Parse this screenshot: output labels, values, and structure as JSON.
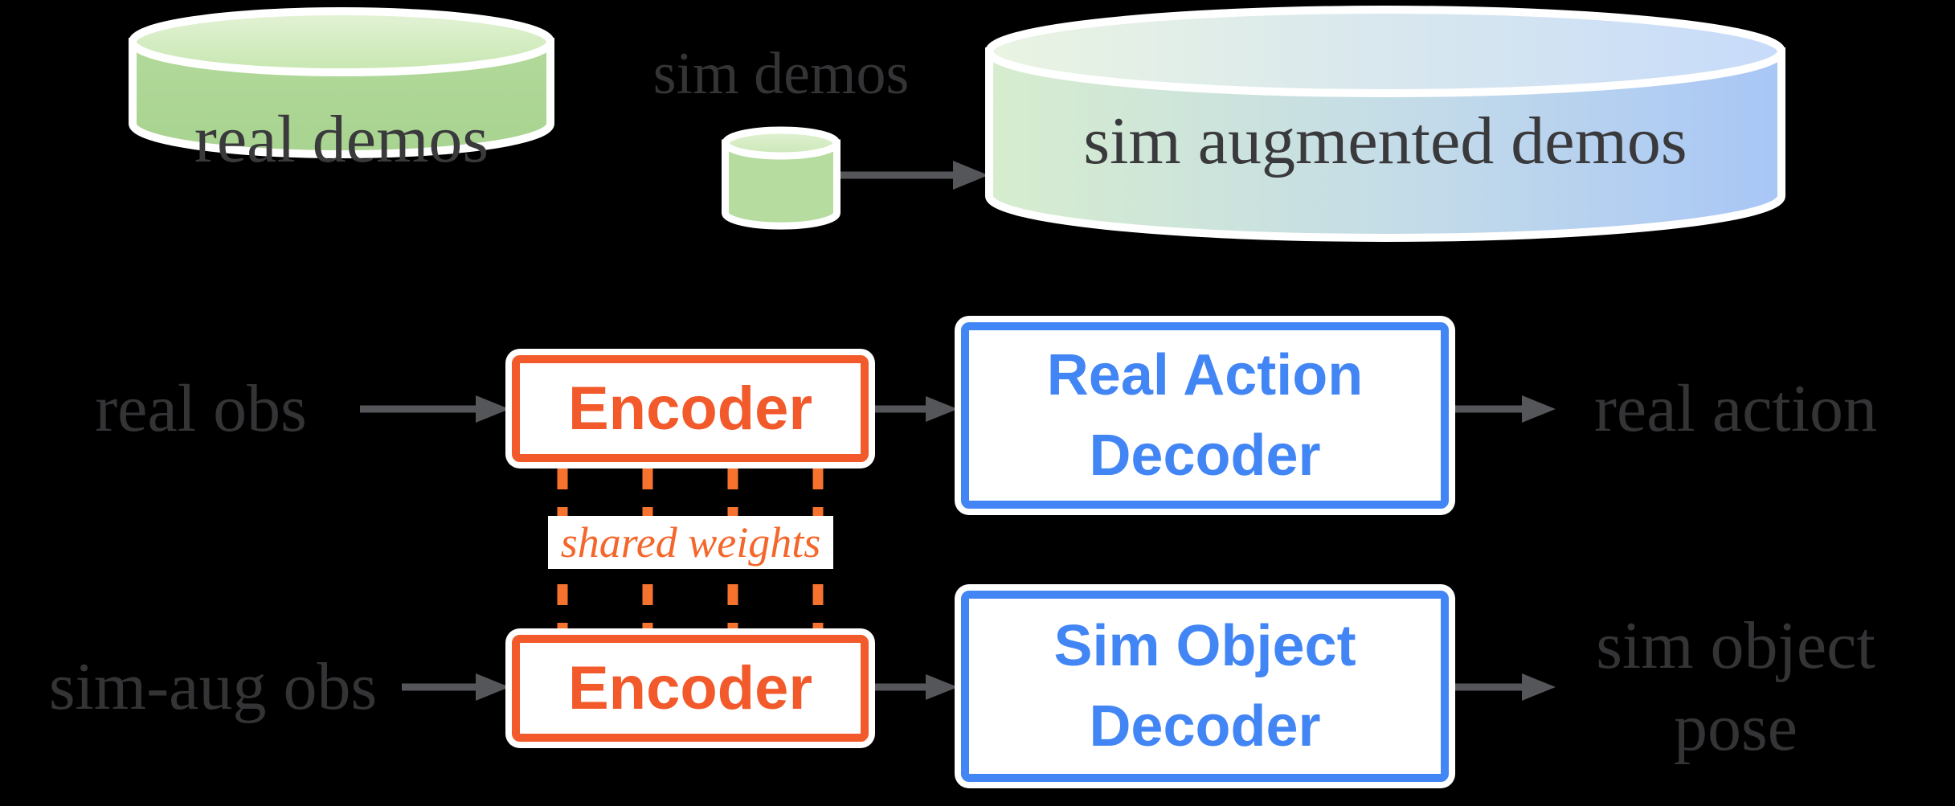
{
  "colors": {
    "orange": "#F2592B",
    "orange_dash": "#F5722F",
    "orange_italic": "#F4672C",
    "blue": "#4285F4",
    "arrow_gray": "#55565A",
    "label_gray": "#343437",
    "green_body": "#ACD694",
    "green_top": "#DFF0D0",
    "gradient_green": "#D7EDCE",
    "gradient_blue": "#AECBF7",
    "background": "#000000"
  },
  "datastores": {
    "real_demos": {
      "label": "real demos"
    },
    "sim_demos": {
      "label": "sim demos"
    },
    "sim_augmented": {
      "label": "sim augmented demos"
    }
  },
  "real_row": {
    "input": "real obs",
    "encoder": "Encoder",
    "decoder_line1": "Real Action",
    "decoder_line2": "Decoder",
    "output": "real action"
  },
  "shared_weights": {
    "label": "shared weights"
  },
  "sim_row": {
    "input": "sim-aug obs",
    "encoder": "Encoder",
    "decoder_line1": "Sim Object",
    "decoder_line2": "Decoder",
    "output_line1": "sim object",
    "output_line2": "pose"
  }
}
